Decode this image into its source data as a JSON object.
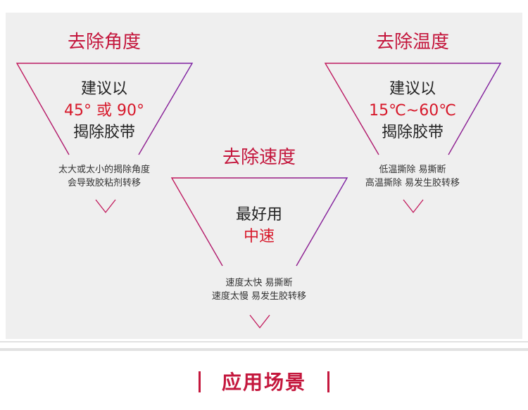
{
  "sections": [
    {
      "title": "去除角度",
      "line1": "建议以",
      "line2": "45° 或 90°",
      "line3": "揭除胶带",
      "note1": "太大或太小的揭除角度",
      "note2": "会导致胶粘剂转移"
    },
    {
      "title": "去除速度",
      "line1": "最好用",
      "line2": "中速",
      "note1": "速度太快 易撕断",
      "note2": "速度太慢 易发生胶转移"
    },
    {
      "title": "去除温度",
      "line1": "建议以",
      "line2": "15℃~60℃",
      "line3": "揭除胶带",
      "note1": "低温撕除 易撕断",
      "note2": "高温撕除 易发生胶转移"
    }
  ],
  "footer": {
    "title": "应用场景"
  },
  "colors": {
    "accent": "#c4173d",
    "line": "#a01f6b",
    "panel": "#efefef"
  }
}
